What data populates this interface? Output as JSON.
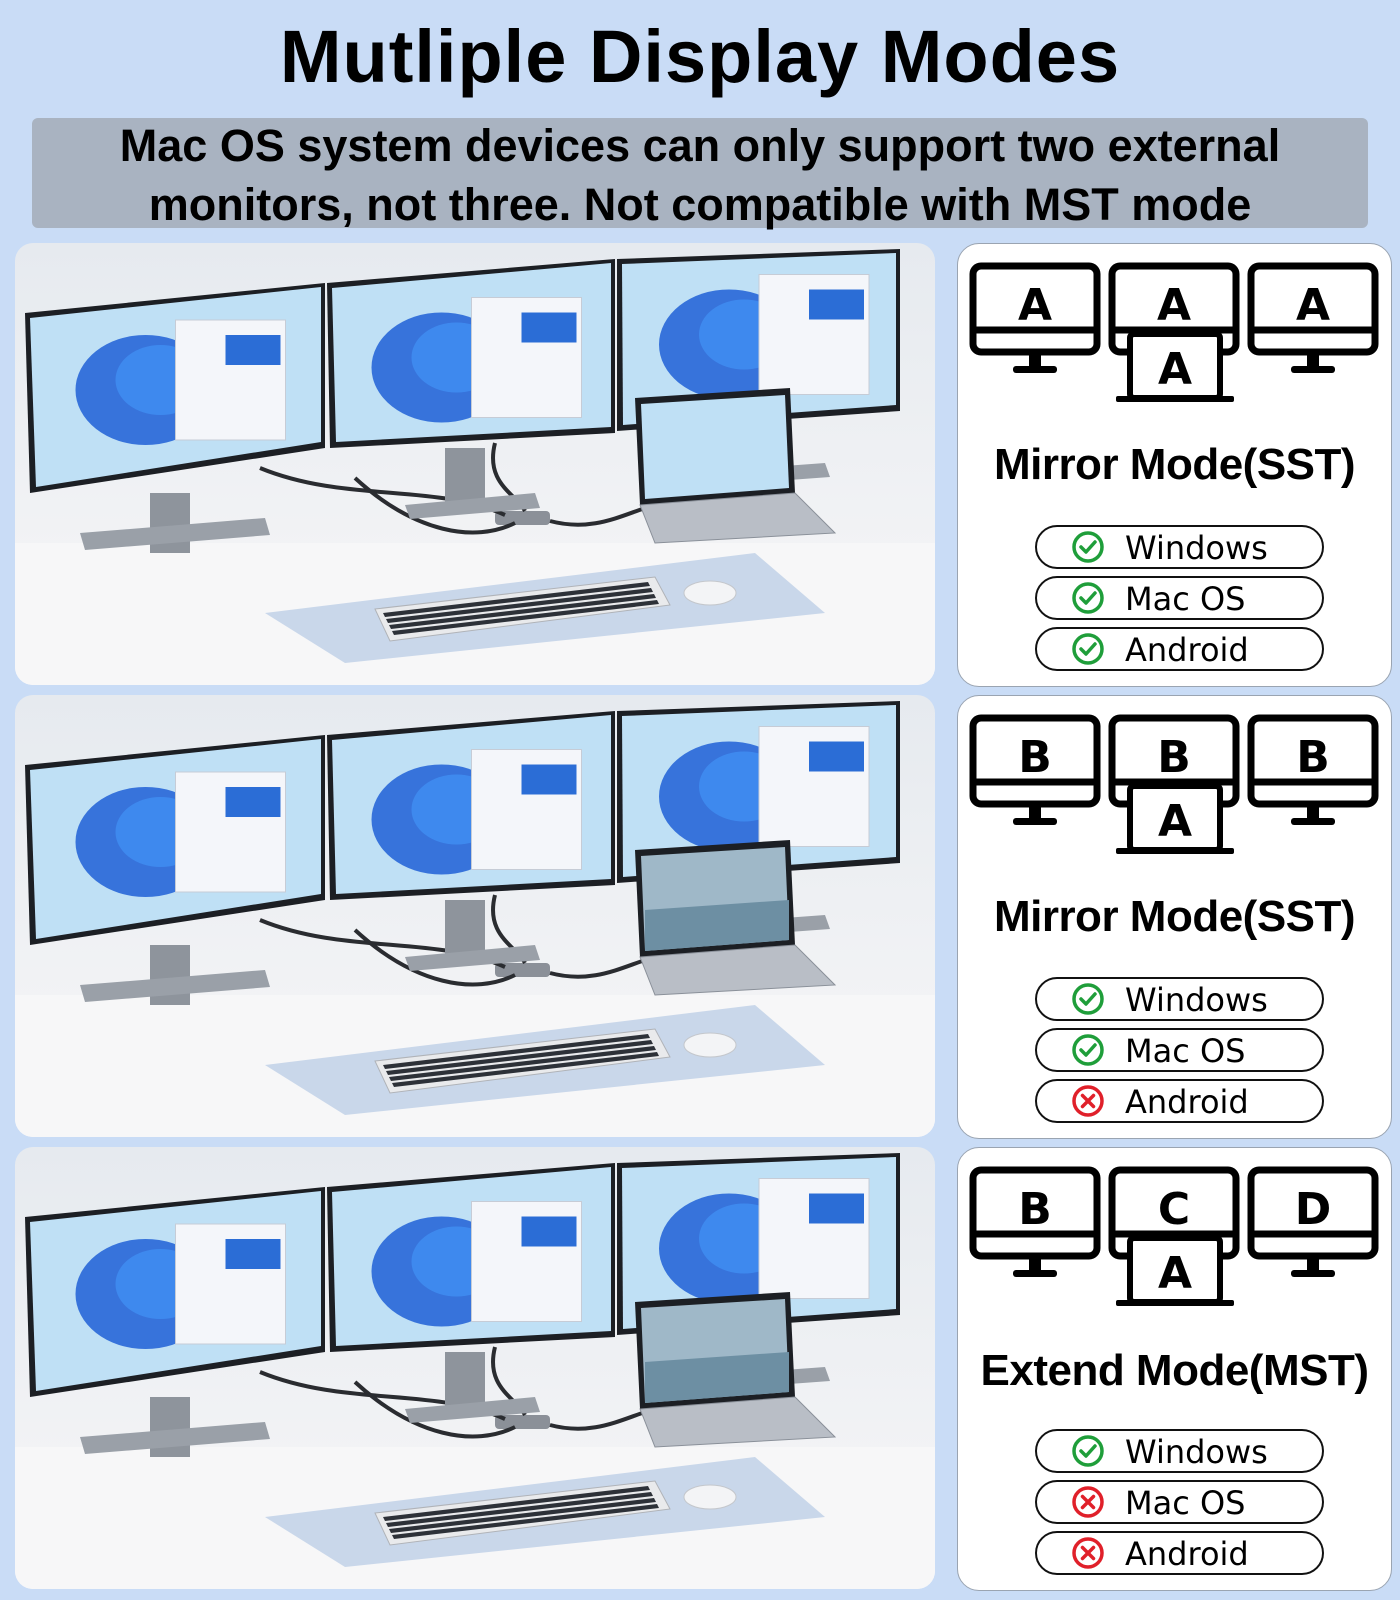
{
  "title": "Mutliple Display Modes",
  "subtitle_line1": "Mac OS system devices can only support two external",
  "subtitle_line2": "monitors, not three. Not compatible with MST mode",
  "panels": [
    {
      "monitors": [
        "A",
        "A",
        "A"
      ],
      "laptop": "A",
      "mode": "Mirror Mode(SST)",
      "os": [
        {
          "name": "Windows",
          "supported": true
        },
        {
          "name": "Mac OS",
          "supported": true
        },
        {
          "name": "Android",
          "supported": true
        }
      ]
    },
    {
      "monitors": [
        "B",
        "B",
        "B"
      ],
      "laptop": "A",
      "mode": "Mirror Mode(SST)",
      "os": [
        {
          "name": "Windows",
          "supported": true
        },
        {
          "name": "Mac OS",
          "supported": true
        },
        {
          "name": "Android",
          "supported": false
        }
      ]
    },
    {
      "monitors": [
        "B",
        "C",
        "D"
      ],
      "laptop": "A",
      "mode": "Extend  Mode(MST)",
      "os": [
        {
          "name": "Windows",
          "supported": true
        },
        {
          "name": "Mac OS",
          "supported": false
        },
        {
          "name": "Android",
          "supported": false
        }
      ]
    }
  ],
  "colors": {
    "supported": "#1f9e3a",
    "unsupported": "#e0202a",
    "background": "#c9dcf6"
  }
}
